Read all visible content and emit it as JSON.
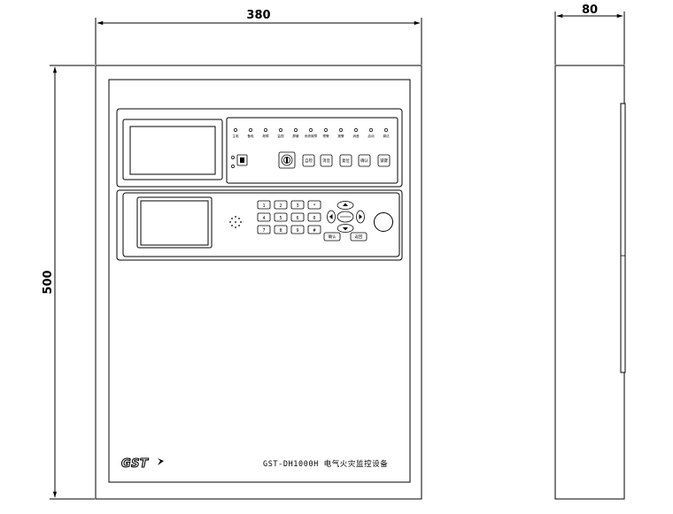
{
  "dimensions": {
    "width": "380",
    "height": "500",
    "depth": "80"
  },
  "panel": {
    "logo": "GST",
    "model_label": "GST-DH1000H 电气火灾监控设备"
  },
  "indicators": [
    "主电",
    "备电",
    "故障",
    "监视",
    "屏蔽",
    "系统故障",
    "预警",
    "报警",
    "消音",
    "启动",
    "调试"
  ],
  "control_buttons": [
    "自检",
    "消音",
    "复位",
    "确认",
    "锁键"
  ],
  "keypad": {
    "keys": [
      "1",
      "2",
      "3",
      "*",
      "4",
      "5",
      "6",
      "0",
      "7",
      "8",
      "9",
      "#"
    ],
    "nav_keys": [
      "▲",
      "◀",
      "●",
      "▶",
      "▼"
    ],
    "func_keys": [
      "确认",
      "返回"
    ]
  }
}
